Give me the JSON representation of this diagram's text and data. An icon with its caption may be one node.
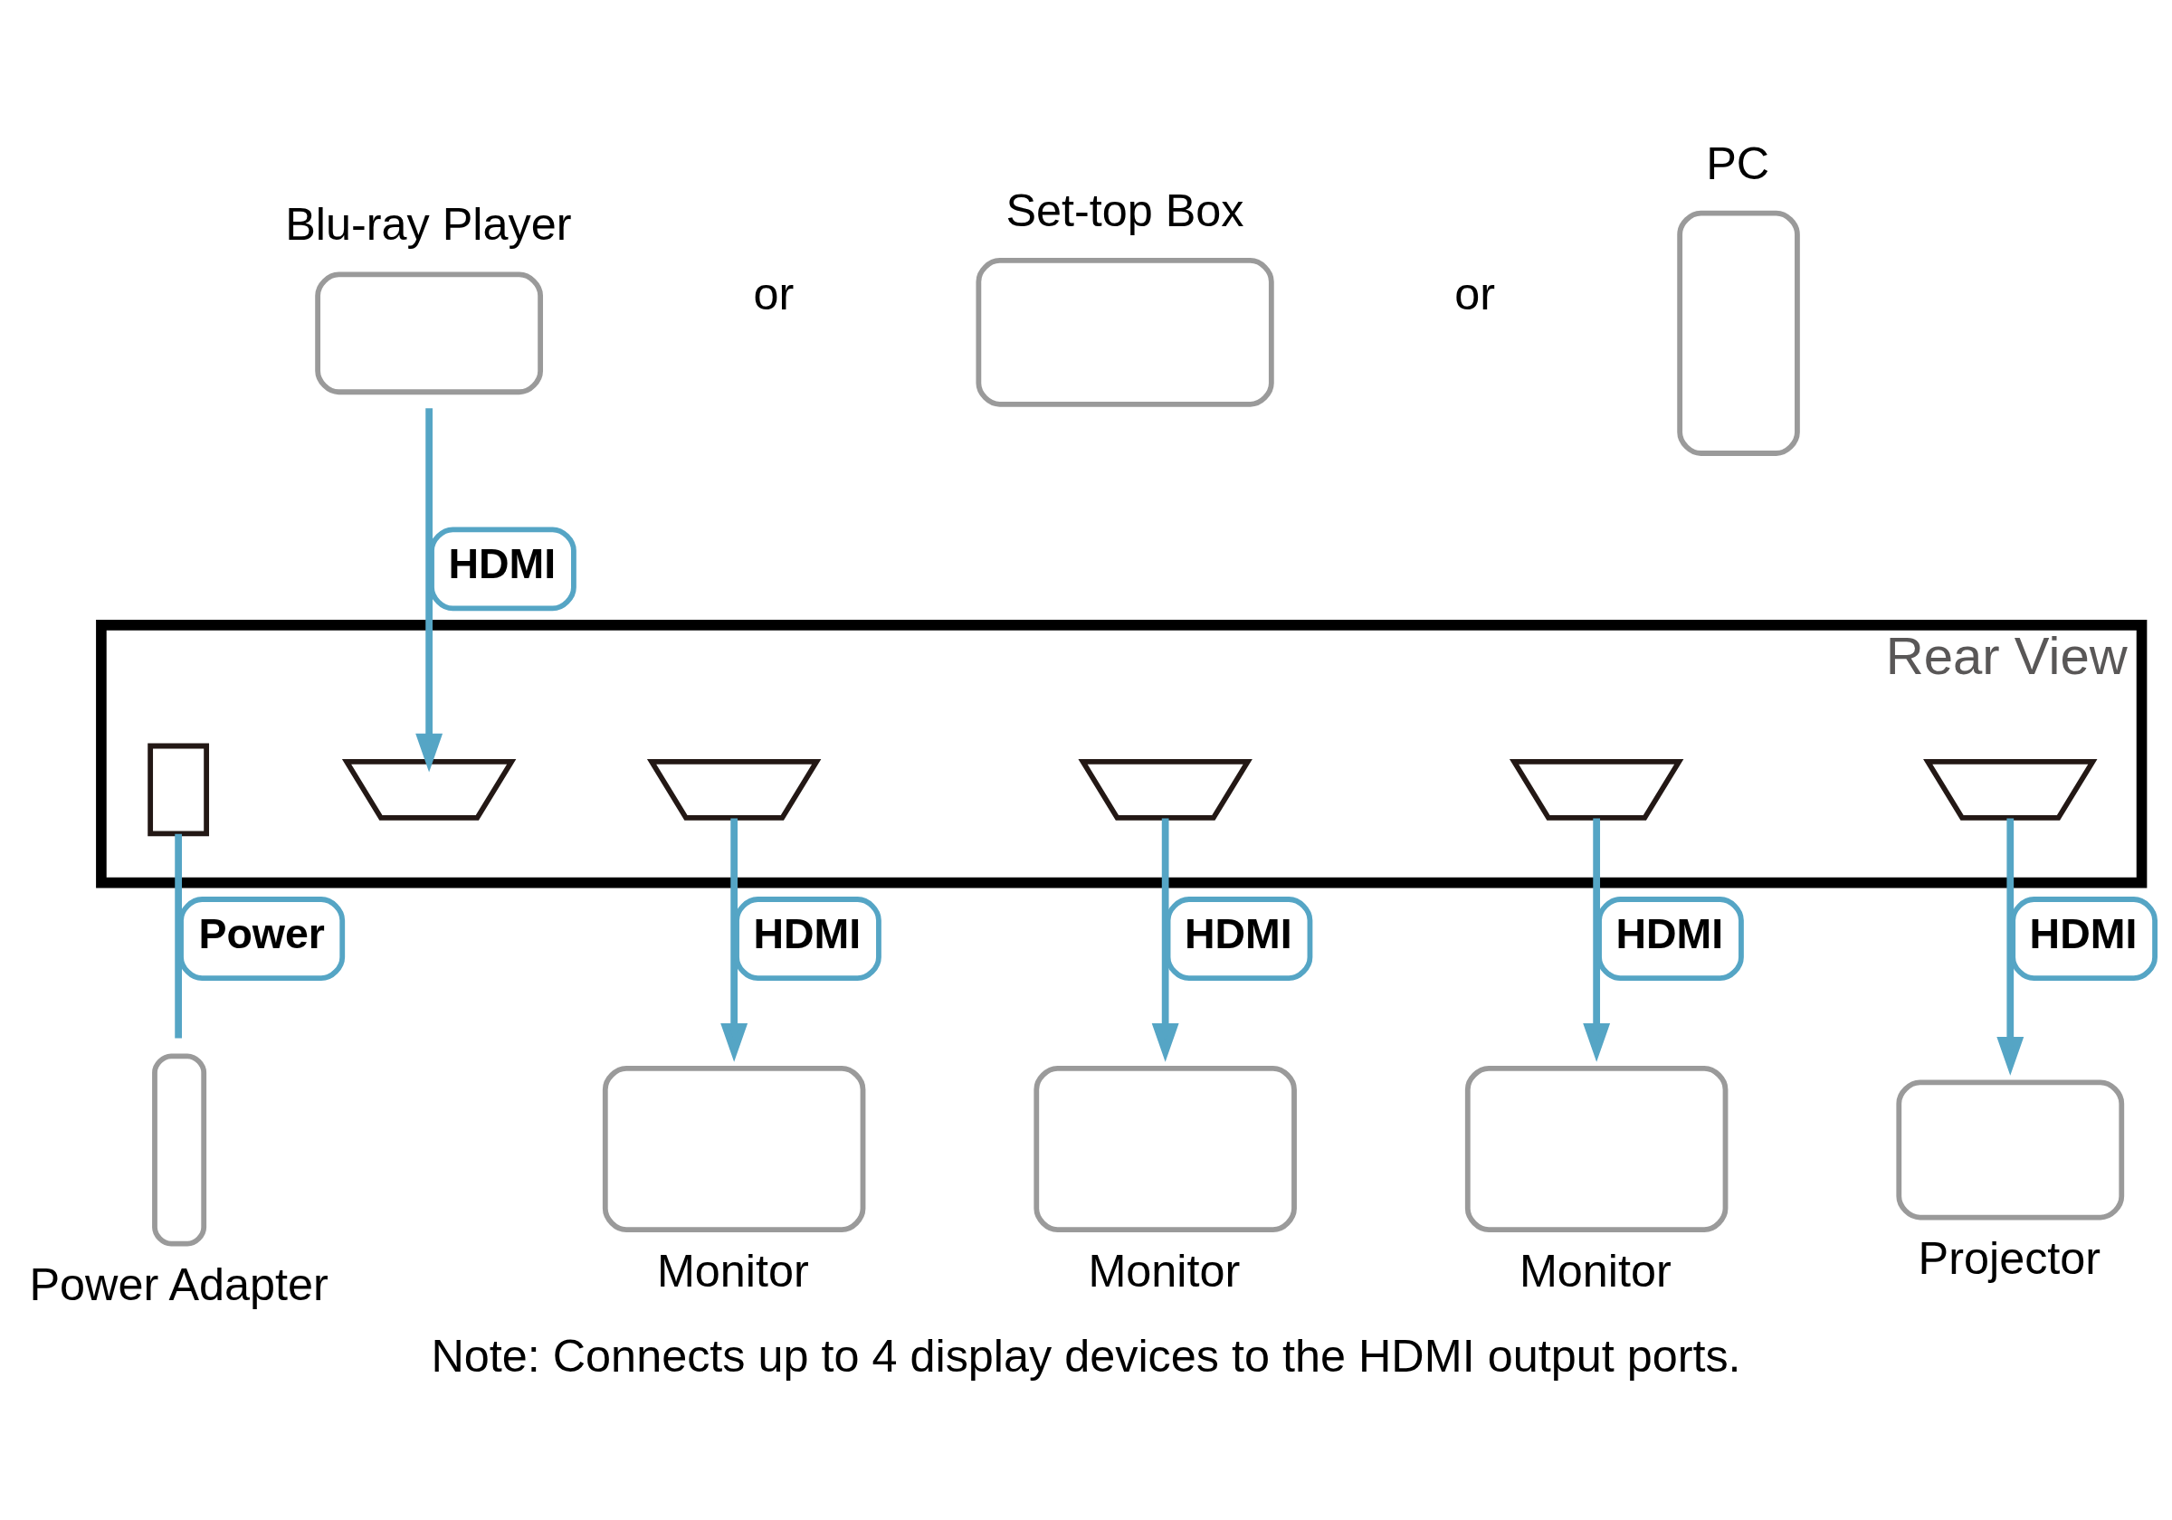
{
  "diagram": {
    "caption": "Note: Connects up to 4 display devices to the HDMI output ports.",
    "nodes": [
      {
        "text": [
          "Blu-ray Player"
        ]
      },
      {
        "text": [
          "Set-top Box"
        ]
      },
      {
        "text": [
          "PC"
        ]
      },
      {
        "text": [
          "Rear View"
        ]
      },
      {
        "text": [],
        "shape": "box",
        "in": 3
      },
      {
        "text": [],
        "shape": "picture",
        "in": 3
      },
      {
        "text": [],
        "shape": "picture",
        "in": 3
      },
      {
        "text": [],
        "shape": "picture",
        "in": 3
      },
      {
        "text": [],
        "shape": "picture",
        "in": 3
      },
      {
        "text": [],
        "shape": "picture",
        "in": 3
      },
      {
        "text": [
          "Power Adapter"
        ]
      },
      {
        "text": [
          "Monitor"
        ]
      },
      {
        "text": [
          "Monitor"
        ]
      },
      {
        "text": [
          "Monitor"
        ]
      },
      {
        "text": [
          "Projector"
        ]
      }
    ],
    "edges": [
      {
        "from": 0,
        "to": 5,
        "arrow": "to",
        "label": "HDMI"
      },
      {
        "from": 4,
        "to": 10,
        "arrow": "none",
        "label": "Power"
      },
      {
        "from": 6,
        "to": 11,
        "arrow": "to",
        "label": "HDMI"
      },
      {
        "from": 7,
        "to": 12,
        "arrow": "to",
        "label": "HDMI"
      },
      {
        "from": 8,
        "to": 13,
        "arrow": "to",
        "label": "HDMI"
      },
      {
        "from": 9,
        "to": 14,
        "arrow": "to",
        "label": "HDMI"
      }
    ],
    "labels": [
      "or",
      "or"
    ]
  }
}
